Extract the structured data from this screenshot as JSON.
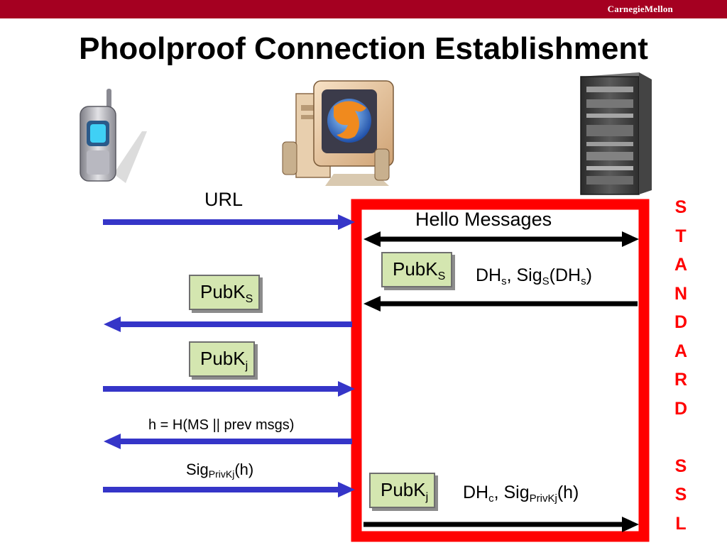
{
  "header": {
    "brand": "CarnegieMellon"
  },
  "slide": {
    "title": "Phoolproof Connection Establishment"
  },
  "entities": [
    {
      "icon": "mobile-phone-icon"
    },
    {
      "icon": "desktop-computer-browser-icon"
    },
    {
      "icon": "server-rack-icon"
    }
  ],
  "messages": {
    "url": "URL",
    "hello": "Hello Messages",
    "dh_s": {
      "a": "DH",
      "a_sub": "s",
      "b": ", Sig",
      "b_sub": "S",
      "c": "(DH",
      "c_sub": "s",
      "d": ")"
    },
    "hash": "h = H(MS || prev msgs)",
    "sig_h": {
      "a": "Sig",
      "a_sub": "PrivKj",
      "b": "(h)"
    },
    "dh_c": {
      "a": "DH",
      "a_sub": "c",
      "b": ", Sig",
      "b_sub": "PrivKj",
      "c": "(h)"
    }
  },
  "cards": {
    "pubk_s_server": {
      "main": "PubK",
      "sub": "S"
    },
    "pubk_s_phone": {
      "main": "PubK",
      "sub": "S"
    },
    "pubk_j_phone": {
      "main": "PubK",
      "sub": "j"
    },
    "pubk_j_server": {
      "main": "PubK",
      "sub": "j"
    }
  },
  "vertical_label": [
    "S",
    "T",
    "A",
    "N",
    "D",
    "A",
    "R",
    "D",
    "",
    "S",
    "S",
    "L"
  ],
  "colors": {
    "header": "#a50021",
    "ssl_box": "#ff0000",
    "phone_arrow": "#3535c8",
    "ssl_arrow": "#000000",
    "card_fill": "#d4e6b0"
  }
}
